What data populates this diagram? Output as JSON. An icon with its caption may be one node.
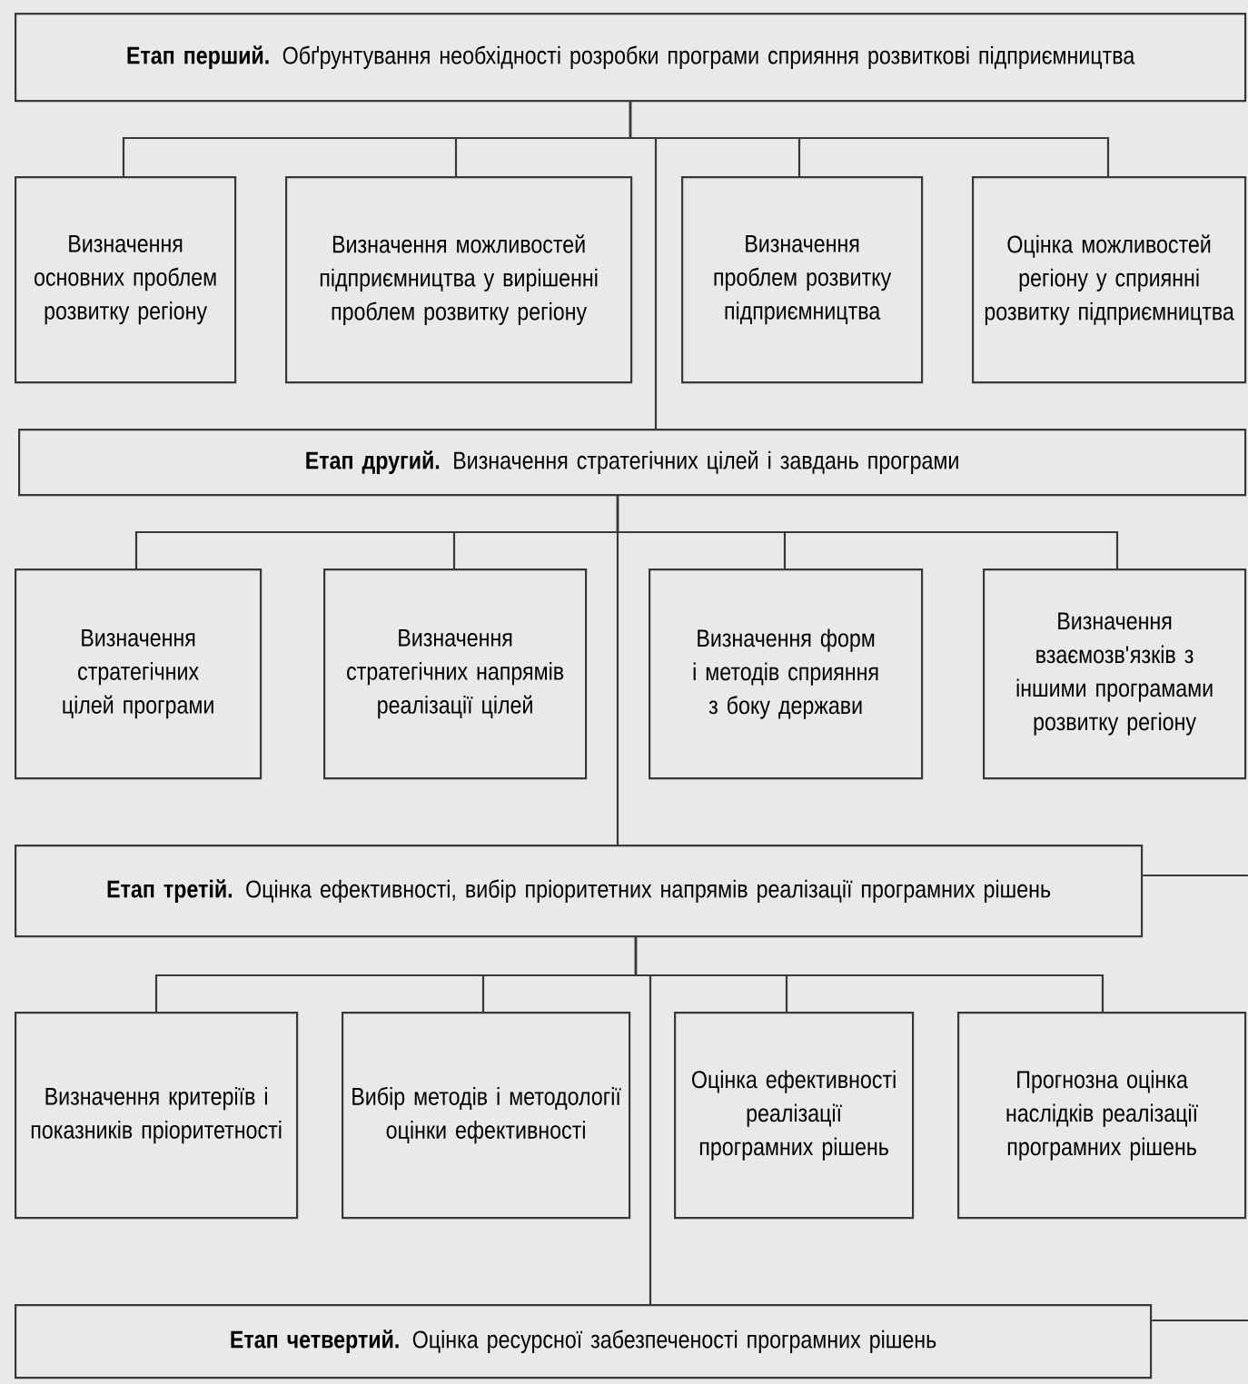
{
  "diagram": {
    "nodes": [
      {
        "text": [
          "**Етап перший.** Обґрунтування необхідності розробки програми сприяння розвиткові підприємництва"
        ]
      },
      {
        "text": [
          "Визначення основних проблем розвитку регіону"
        ]
      },
      {
        "text": [
          "Визначення можливостей підприємництва у вирішенні проблем розвитку регіону"
        ]
      },
      {
        "text": [
          "Визначення проблем розвитку підприємництва"
        ]
      },
      {
        "text": [
          "Оцінка можливостей регіону у сприянні розвитку підприємництва"
        ]
      },
      {
        "text": [
          "**Етап другий.** Визначення стратегічних цілей і завдань програми"
        ]
      },
      {
        "text": [
          "Визначення стратегічних цілей програми"
        ]
      },
      {
        "text": [
          "Визначення стратегічних напрямів реалізації цілей"
        ]
      },
      {
        "text": [
          "Визначення форм і методів сприяння з боку держави"
        ]
      },
      {
        "text": [
          "Визначення взаємозв'язків з іншими програмами розвитку регіону"
        ]
      },
      {
        "text": [
          "**Етап третій.** Оцінка ефективності, вибір пріоритетних напрямів реалізації програмних рішень"
        ]
      },
      {
        "text": [
          "Визначення критеріїв і показників пріоритетності"
        ]
      },
      {
        "text": [
          "Вибір методів і методології оцінки ефективності"
        ]
      },
      {
        "text": [
          "Оцінка ефективності реалізації програмних рішень"
        ]
      },
      {
        "text": [
          "Прогнозна оцінка наслідків реалізації програмних рішень"
        ]
      },
      {
        "text": [
          "**Етап четвертий.** Оцінка ресурсної забезпеченості програмних рішень"
        ]
      }
    ],
    "edges": [
      {
        "from": 0,
        "to": 1,
        "arrow": "none"
      },
      {
        "from": 0,
        "to": 2,
        "arrow": "none"
      },
      {
        "from": 0,
        "to": 3,
        "arrow": "none"
      },
      {
        "from": 0,
        "to": 4,
        "arrow": "none"
      },
      {
        "from": 0,
        "to": 5,
        "arrow": "none"
      },
      {
        "from": 5,
        "to": 6,
        "arrow": "none"
      },
      {
        "from": 5,
        "to": 7,
        "arrow": "none"
      },
      {
        "from": 5,
        "to": 8,
        "arrow": "none"
      },
      {
        "from": 5,
        "to": 9,
        "arrow": "none"
      },
      {
        "from": 5,
        "to": 10,
        "arrow": "none"
      },
      {
        "from": 10,
        "to": 11,
        "arrow": "none"
      },
      {
        "from": 10,
        "to": 12,
        "arrow": "none"
      },
      {
        "from": 10,
        "to": 13,
        "arrow": "none"
      },
      {
        "from": 10,
        "to": 14,
        "arrow": "none"
      },
      {
        "from": 10,
        "to": 15,
        "arrow": "none"
      },
      {
        "from": 10,
        "to": null,
        "arrow": "none"
      },
      {
        "from": 15,
        "to": null,
        "arrow": "none"
      }
    ]
  }
}
